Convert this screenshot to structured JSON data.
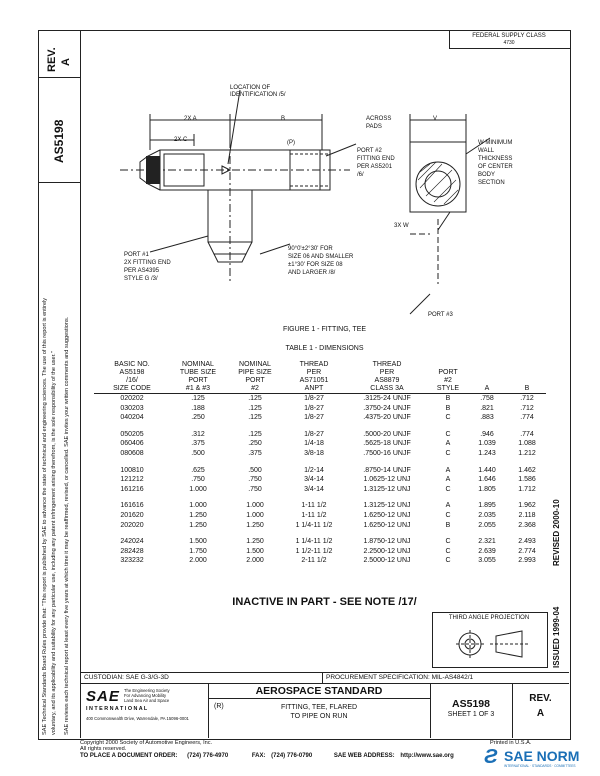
{
  "side_left": {
    "rev_label": "REV.",
    "rev_value": "A",
    "doc_number": "AS5198",
    "disclaimer_lines": [
      "SAE Technical Standards Board Rules provide that: \"This report is published by SAE to advance the state of technical and engineering sciences. The use of this report is entirely",
      "voluntary, and its applicability and suitability for any particular use, including any patent infringement arising therefrom, is the sole responsibility of the user.\"",
      "SAE reviews each technical report at least every five years at which time it may be reaffirmed, revised, or cancelled. SAE invites your written comments and suggestions."
    ]
  },
  "side_right": {
    "issued": "ISSUED 1999-04",
    "revised": "REVISED 2000-10"
  },
  "fsc": {
    "label": "FEDERAL SUPPLY CLASS",
    "value": "4730"
  },
  "drawing": {
    "loc_ident": [
      "LOCATION OF",
      "IDENTIFICATION /5/"
    ],
    "dim_2xa": "2X A",
    "dim_2xc": "2X C",
    "dim_b": "B",
    "dim_p": "(P)",
    "port2": [
      "PORT #2",
      "FITTING END",
      "PER AS5201",
      "/6/"
    ],
    "across_pads": [
      "ACROSS",
      "PADS"
    ],
    "dim_v": "V",
    "wall": [
      "W MINIMUM",
      "WALL",
      "THICKNESS",
      "OF CENTER",
      "BODY",
      "SECTION"
    ],
    "dim_3xw": "3X W",
    "port1": [
      "PORT #1",
      "2X FITTING END",
      "PER AS4395",
      "STYLE G /3/"
    ],
    "flare": [
      "90°0'±2°30' FOR",
      "SIZE 06 AND SMALLER",
      "±1°30' FOR SIZE 08",
      "AND LARGER /8/"
    ],
    "port3": "PORT #3"
  },
  "figure_caption": "FIGURE 1 - FITTING, TEE",
  "table_caption": "TABLE 1 - DIMENSIONS",
  "table": {
    "headers": [
      [
        "BASIC NO.",
        "AS5198",
        "/16/",
        "SIZE CODE"
      ],
      [
        "NOMINAL",
        "TUBE SIZE",
        "PORT",
        "#1 & #3"
      ],
      [
        "NOMINAL",
        "PIPE SIZE",
        "PORT",
        "#2"
      ],
      [
        "THREAD",
        "PER",
        "AS71051",
        "ANPT"
      ],
      [
        "THREAD",
        "PER",
        "AS8879",
        "CLASS 3A"
      ],
      [
        "PORT",
        "#2",
        "STYLE"
      ],
      [
        "A"
      ],
      [
        "B"
      ]
    ],
    "groups": [
      [
        [
          "020202",
          ".125",
          ".125",
          "1/8-27",
          ".3125-24 UNJF",
          "B",
          ".758",
          ".712"
        ],
        [
          "030203",
          ".188",
          ".125",
          "1/8-27",
          ".3750-24 UNJF",
          "B",
          ".821",
          ".712"
        ],
        [
          "040204",
          ".250",
          ".125",
          "1/8-27",
          ".4375-20 UNJF",
          "C",
          ".883",
          ".774"
        ]
      ],
      [
        [
          "050205",
          ".312",
          ".125",
          "1/8-27",
          ".5000-20 UNJF",
          "C",
          ".946",
          ".774"
        ],
        [
          "060406",
          ".375",
          ".250",
          "1/4-18",
          ".5625-18 UNJF",
          "A",
          "1.039",
          "1.088"
        ],
        [
          "080608",
          ".500",
          ".375",
          "3/8-18",
          ".7500-16 UNJF",
          "C",
          "1.243",
          "1.212"
        ]
      ],
      [
        [
          "100810",
          ".625",
          ".500",
          "1/2-14",
          ".8750-14 UNJF",
          "A",
          "1.440",
          "1.462"
        ],
        [
          "121212",
          ".750",
          ".750",
          "3/4-14",
          "1.0625-12 UNJ",
          "A",
          "1.646",
          "1.586"
        ],
        [
          "161216",
          "1.000",
          ".750",
          "3/4-14",
          "1.3125-12 UNJ",
          "C",
          "1.805",
          "1.712"
        ]
      ],
      [
        [
          "161616",
          "1.000",
          "1.000",
          "1-11 1/2",
          "1.3125-12 UNJ",
          "A",
          "1.895",
          "1.962"
        ],
        [
          "201620",
          "1.250",
          "1.000",
          "1-11 1/2",
          "1.6250-12 UNJ",
          "C",
          "2.035",
          "2.118"
        ],
        [
          "202020",
          "1.250",
          "1.250",
          "1 1/4-11 1/2",
          "1.6250-12 UNJ",
          "B",
          "2.055",
          "2.368"
        ]
      ],
      [
        [
          "242024",
          "1.500",
          "1.250",
          "1 1/4-11 1/2",
          "1.8750-12 UNJ",
          "C",
          "2.321",
          "2.493"
        ],
        [
          "282428",
          "1.750",
          "1.500",
          "1 1/2-11 1/2",
          "2.2500-12 UNJ",
          "C",
          "2.639",
          "2.774"
        ],
        [
          "323232",
          "2.000",
          "2.000",
          "2-11 1/2",
          "2.5000-12 UNJ",
          "C",
          "3.055",
          "2.993"
        ]
      ]
    ]
  },
  "inactive_note": "INACTIVE IN PART - SEE NOTE /17/",
  "third_angle": "THIRD ANGLE PROJECTION",
  "custodian": "CUSTODIAN:  SAE G-3/G-3D",
  "procurement": "PROCUREMENT SPECIFICATION:  MIL-AS4842/1",
  "sae_logo": {
    "letters": "SAE",
    "tag1": "The Engineering Society",
    "tag2": "For Advancing Mobility",
    "tag3": "Land Sea Air and Space",
    "intl": "I N T E R N A T I O N A L",
    "address": "400 Commonwealth Drive, Warrendale, PA 15096-0001"
  },
  "aero_standard": "AEROSPACE STANDARD",
  "r_mark": "(R)",
  "title_lines": [
    "FITTING, TEE, FLARED",
    "TO PIPE ON RUN"
  ],
  "doc_id": "AS5198",
  "sheet": "SHEET 1 OF 3",
  "rev_box": {
    "label": "REV.",
    "value": "A"
  },
  "footer": {
    "copyright": "Copyright 2000 Society of Automotive Engineers, Inc.",
    "rights": "All rights reserved.",
    "printed": "Printed in U.S.A.",
    "order_label": "TO PLACE A DOCUMENT ORDER:",
    "order_phone": "(724) 776-4970",
    "fax_label": "FAX:",
    "fax_value": "(724) 776-0790",
    "web_label": "SAE WEB ADDRESS:",
    "web_value": "http://www.sae.org"
  },
  "watermark": {
    "brand": "SAE NORM",
    "sub": "INTERNATIONAL · STANDARDS · COMMITTEES"
  }
}
